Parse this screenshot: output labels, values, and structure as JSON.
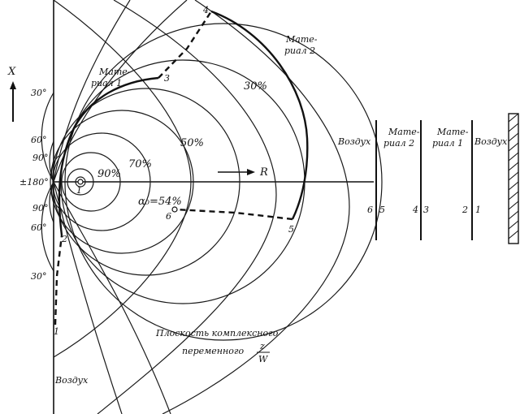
{
  "smith_chart": {
    "x_axis_label": "X",
    "r_axis_label": "R",
    "angle_labels": {
      "top_30": "30°",
      "top_60": "60°",
      "top_90": "90°",
      "center_180": "±180°",
      "bottom_90": "90°",
      "bottom_60": "60°",
      "bottom_30": "30°"
    },
    "percent_labels": {
      "p30": "30%",
      "p50": "50%",
      "p70": "70%",
      "p90": "90%"
    },
    "alpha0_label": "α₀=54%",
    "material1_label_line1": "Мате-",
    "material1_label_line2": "риал 1",
    "material2_label_line1": "Мате-",
    "material2_label_line2": "риал 2",
    "air_label": "Воздух",
    "plane_caption_line1": "Плоскость комплексного",
    "plane_caption_line2": "переменного",
    "plane_fraction_num": "z",
    "plane_fraction_den": "W",
    "point_labels": [
      "1",
      "2",
      "3",
      "4",
      "5",
      "6",
      "1"
    ]
  },
  "layer_diagram": {
    "layers": [
      "Воздух",
      "Мате-",
      "риал 2",
      "Мате-",
      "риал 1",
      "Воздух"
    ],
    "interface_numbers": [
      "6",
      "5",
      "4",
      "3",
      "2",
      "1"
    ]
  }
}
